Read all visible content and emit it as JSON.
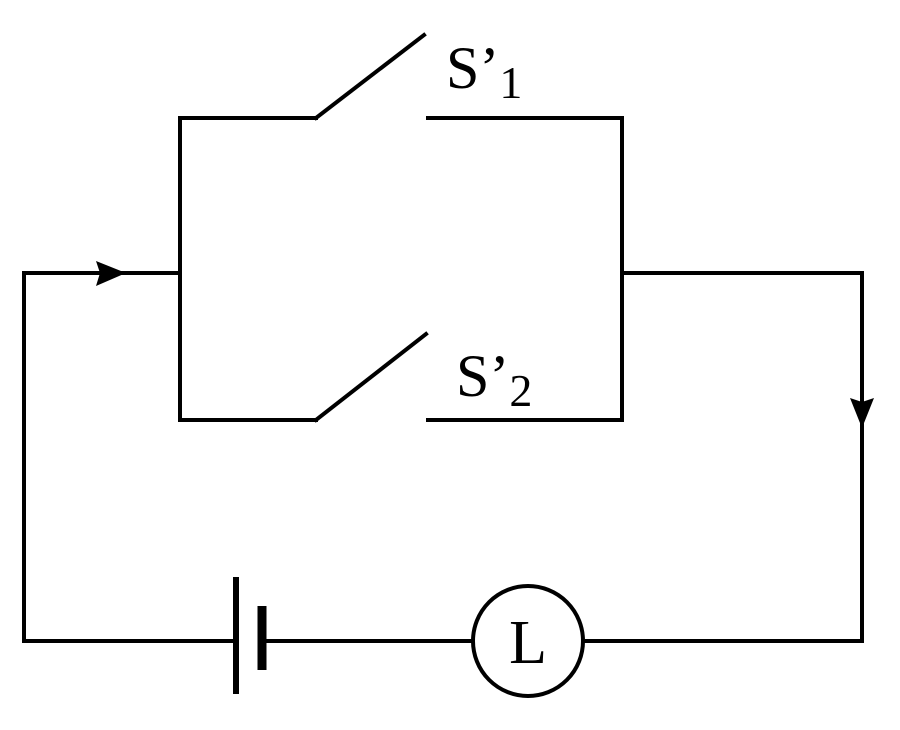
{
  "diagram": {
    "switch_1": {
      "letter": "S",
      "prime": "’",
      "subscript": "1",
      "state": "open"
    },
    "switch_2": {
      "letter": "S",
      "prime": "’",
      "subscript": "2",
      "state": "open"
    },
    "lamp": {
      "label": "L"
    },
    "battery": {
      "symbol": "battery-cell"
    },
    "current_direction": [
      "right",
      "down"
    ],
    "colors": {
      "line": "#000000",
      "background": "#ffffff"
    }
  }
}
